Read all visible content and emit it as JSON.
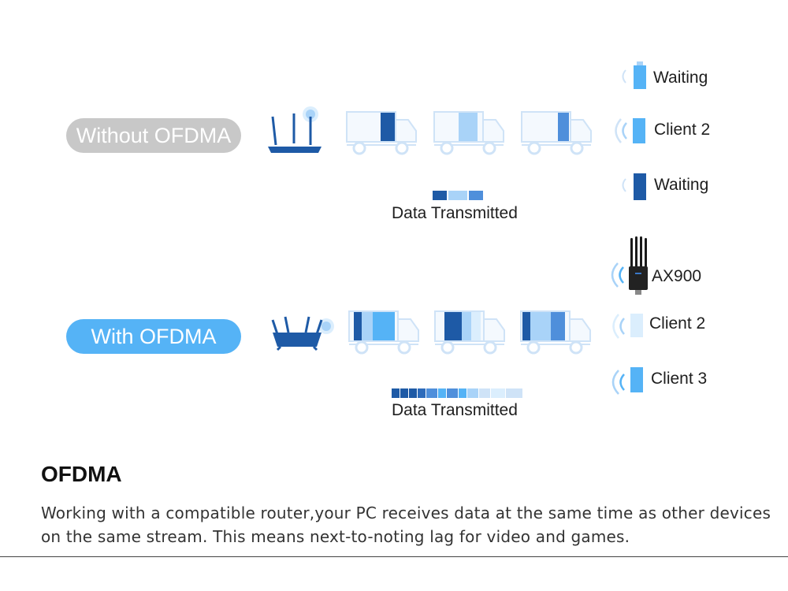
{
  "without": {
    "label": "Without OFDMA",
    "devices": [
      "Waiting",
      "Client 2",
      "Waiting"
    ],
    "caption": "Data Transmitted"
  },
  "with": {
    "label": "With OFDMA",
    "devices": [
      "AX900",
      "Client 2",
      "Client 3"
    ],
    "caption": "Data Transmitted"
  },
  "section": {
    "title": "OFDMA",
    "description": "Working with a compatible router,your PC receives data at the same time as other devices on the same stream. This means next-to-noting lag for video and games."
  },
  "colors": {
    "dark_blue": "#1e5aa6",
    "mid_blue": "#4f8fdb",
    "light_blue": "#a9d3f8",
    "pale_blue": "#dbeefd",
    "truck_outline": "#cfe3f7",
    "pill_gray": "#c8c8c8",
    "pill_blue": "#55b3f6"
  },
  "icons": [
    "router-icon",
    "truck-icon",
    "wifi-signal-icon",
    "usb-adapter-icon"
  ]
}
